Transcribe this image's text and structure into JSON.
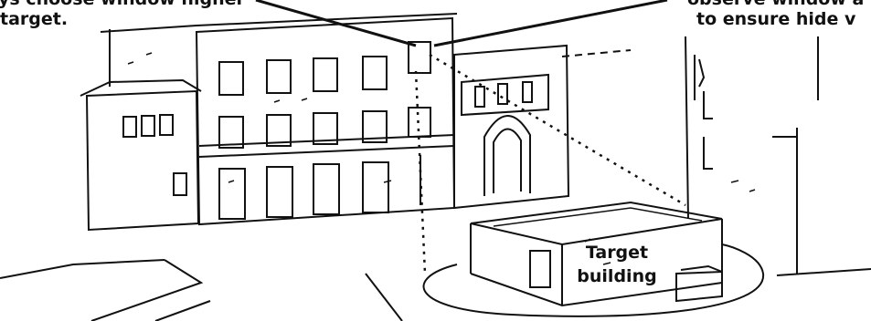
{
  "captions": {
    "left_line1": "ys choose window higher",
    "left_line2": "target.",
    "right_line1": "observe window a",
    "right_line2": "to ensure hide v"
  },
  "target_label": {
    "line1": "Target",
    "line2": "building"
  },
  "colors": {
    "ink": "#111111",
    "paper": "#ffffff"
  }
}
